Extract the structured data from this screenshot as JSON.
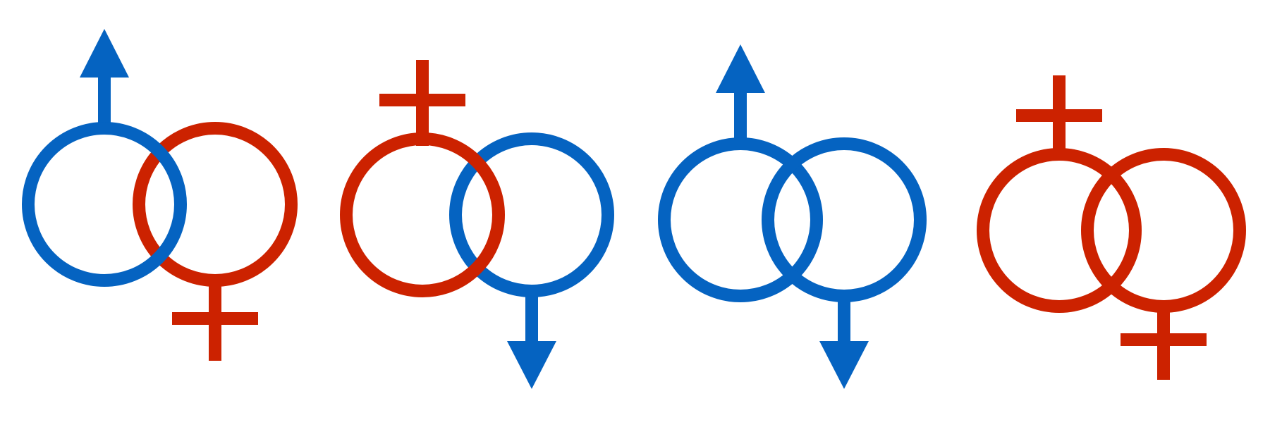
{
  "colors": {
    "male": "#0563c1",
    "female": "#cc2200",
    "background": "#ffffff"
  },
  "symbols": [
    {
      "name": "heterosexual-couple-symbol-1",
      "left": "male-icon",
      "right": "female-icon"
    },
    {
      "name": "heterosexual-couple-symbol-2",
      "left": "female-icon",
      "right": "male-icon"
    },
    {
      "name": "gay-male-couple-symbol",
      "left": "male-icon",
      "right": "male-icon"
    },
    {
      "name": "lesbian-couple-symbol",
      "left": "female-icon",
      "right": "female-icon"
    }
  ]
}
